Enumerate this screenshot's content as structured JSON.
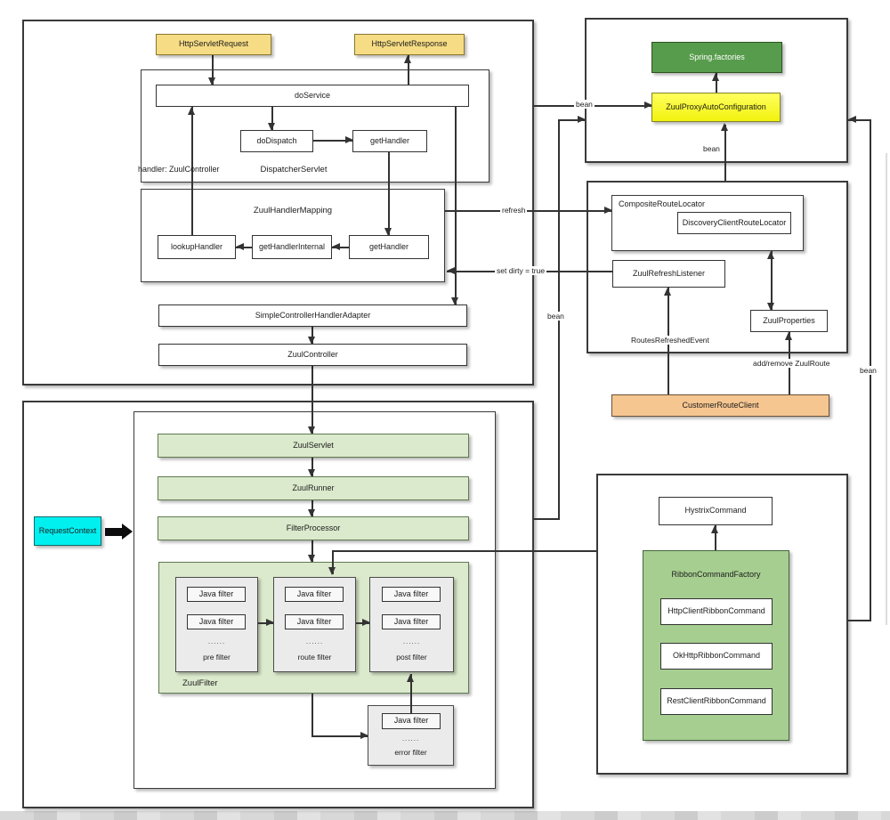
{
  "nodes": {
    "http_servlet_request": "HttpServletRequest",
    "http_servlet_response": "HttpServletResponse",
    "do_service": "doService",
    "do_dispatch": "doDispatch",
    "get_handler": "getHandler",
    "dispatcher_servlet": "DispatcherServlet",
    "handler_zuul_controller": "handler: ZuulController",
    "zuul_handler_mapping": "ZuulHandlerMapping",
    "lookup_handler": "lookupHandler",
    "get_handler_internal": "getHandlerInternal",
    "simple_controller_handler_adapter": "SimpleControllerHandlerAdapter",
    "zuul_controller": "ZuulController",
    "zuul_servlet": "ZuulServlet",
    "zuul_runner": "ZuulRunner",
    "filter_processor": "FilterProcessor",
    "zuul_filter": "ZuulFilter",
    "java_filter": "Java filter",
    "dots": "......",
    "pre_filter": "pre filter",
    "route_filter": "route filter",
    "post_filter": "post filter",
    "error_filter": "error filter",
    "request_context": "RequestContext",
    "spring_factories": "Spring.factories",
    "zuul_proxy_auto_configuration": "ZuulProxyAutoConfiguration",
    "composite_route_locator": "CompositeRouteLocator",
    "discovery_client_route_locator": "DiscoveryClientRouteLocator",
    "zuul_refresh_listener": "ZuulRefreshListener",
    "zuul_properties": "ZuulProperties",
    "customer_route_client": "CustomerRouteClient",
    "hystrix_command": "HystrixCommand",
    "ribbon_command_factory": "RibbonCommandFactory",
    "http_client_ribbon_command": "HttpClientRibbonCommand",
    "ok_http_ribbon_command": "OkHttpRibbonCommand",
    "rest_client_ribbon_command": "RestClientRibbonCommand"
  },
  "edge_labels": {
    "refresh": "refresh",
    "set_dirty": "set dirty = true",
    "bean": "bean",
    "routes_refreshed_event": "RoutesRefreshedEvent",
    "add_remove_zuul_route": "add/remove ZuulRoute"
  },
  "colors": {
    "servlet_io_yellow": "#F6DC84",
    "auto_config_yellow": "#FBFB3E",
    "spring_factories_green": "#579C4C",
    "servlet_light_green": "#DBE9CC",
    "ribbon_green": "#A6CE90",
    "request_context_cyan": "#00F0F0",
    "customer_route_orange": "#F6C691",
    "filter_gray": "#EBEBEB",
    "line": "#333333"
  }
}
